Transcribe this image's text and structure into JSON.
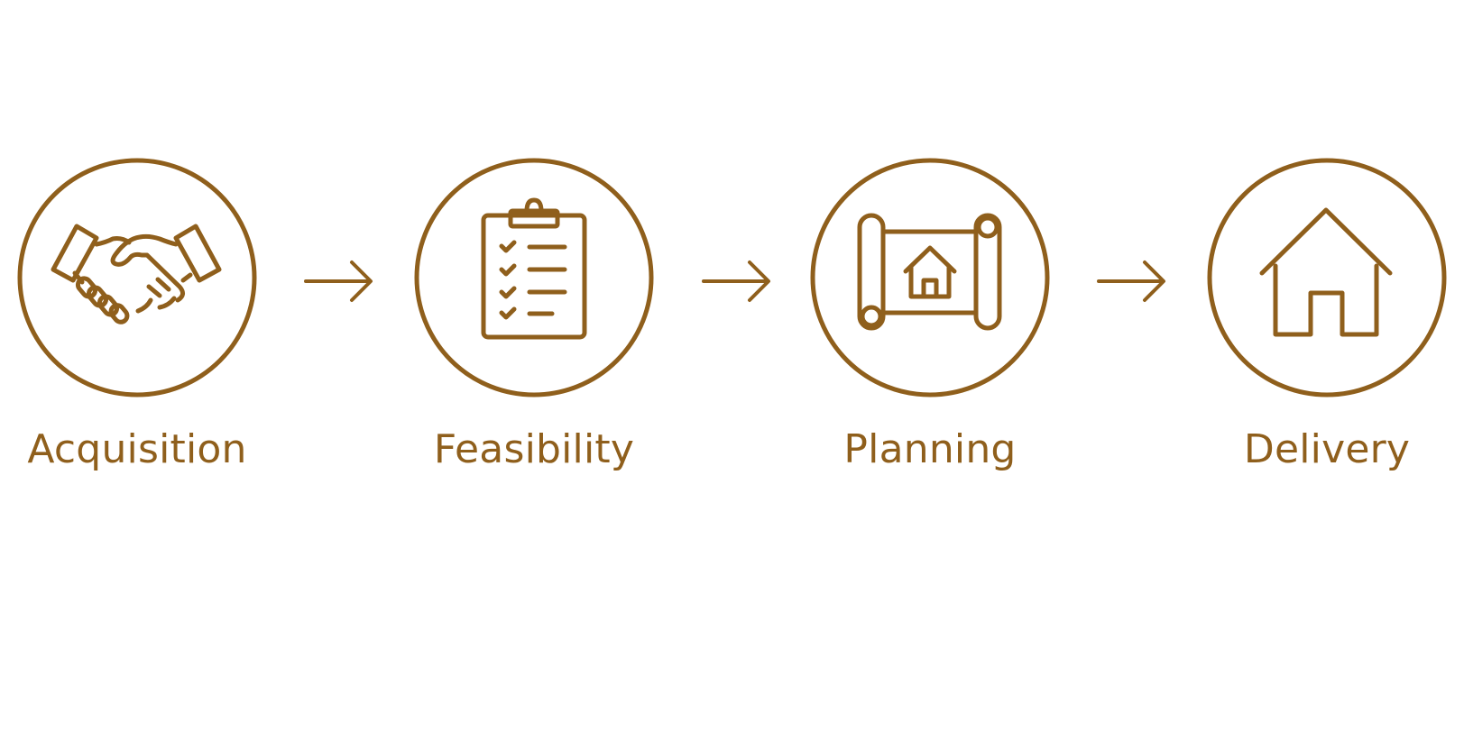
{
  "theme": {
    "accent_color": "#8f5f1c"
  },
  "steps": [
    {
      "label": "Acquisition",
      "icon": "handshake-icon"
    },
    {
      "label": "Feasibility",
      "icon": "clipboard-checklist-icon"
    },
    {
      "label": "Planning",
      "icon": "blueprint-scroll-icon"
    },
    {
      "label": "Delivery",
      "icon": "house-icon"
    }
  ],
  "connectors": [
    {
      "icon": "arrow-right-icon"
    },
    {
      "icon": "arrow-right-icon"
    },
    {
      "icon": "arrow-right-icon"
    }
  ]
}
